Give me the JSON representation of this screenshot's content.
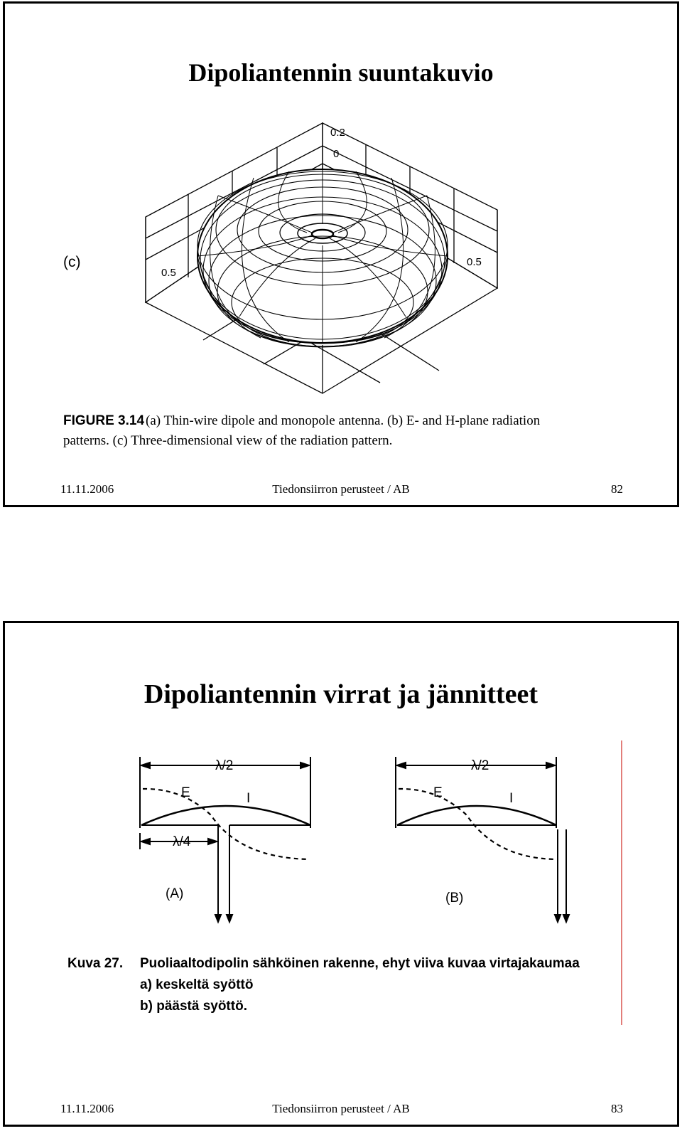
{
  "slides": [
    {
      "title": "Dipoliantennin suuntakuvio",
      "figure": {
        "panel_label": "(c)",
        "axis_labels": {
          "top_a": "0.2",
          "top_b": "0",
          "left": "0.5",
          "right": "0.5"
        },
        "caption_line1_lead": "FIGURE 3.14",
        "caption_line1_rest": "(a) Thin-wire dipole and monopole antenna. (b) E- and H-plane radiation",
        "caption_line2": "patterns. (c) Three-dimensional view of the radiation pattern."
      },
      "footer": {
        "date": "11.11.2006",
        "center": "Tiedonsiirron perusteet / AB",
        "page": "82"
      }
    },
    {
      "title": "Dipoliantennin virrat ja jännitteet",
      "figure": {
        "half_wave_a": "λ/2",
        "half_wave_b": "λ/2",
        "quarter_wave": "λ/4",
        "e_label_a": "E",
        "i_label_a": "I",
        "e_label_b": "E",
        "i_label_b": "I",
        "label_a": "(A)",
        "label_b": "(B)",
        "caption_lead": "Kuva 27.",
        "caption_line1": "Puoliaaltodipolin sähköinen rakenne, ehyt viiva kuvaa virtajakaumaa",
        "caption_line2": "a) keskeltä syöttö",
        "caption_line3": "b) päästä syöttö."
      },
      "footer": {
        "date": "11.11.2006",
        "center": "Tiedonsiirron perusteet / AB",
        "page": "83"
      }
    }
  ]
}
